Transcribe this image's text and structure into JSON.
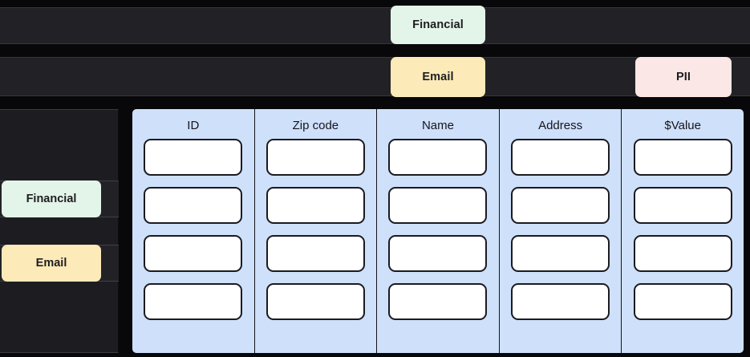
{
  "background": {
    "page_color": "#08080a",
    "bar_color": "#222226",
    "sidebar_color": "#1d1d21"
  },
  "palette": {
    "financial_tag": "#e3f4e8",
    "email_tag": "#fdeab9",
    "pii_tag": "#fbe7e6",
    "table_panel": "#cfe0fb",
    "cell_fill": "#ffffff",
    "cell_border": "#1b1b20"
  },
  "top_bars": {
    "row_1": {
      "tags": [
        {
          "label": "Financial",
          "color": "#e3f4e8"
        }
      ]
    },
    "row_2": {
      "tags": [
        {
          "label": "Email",
          "color": "#fdeab9"
        },
        {
          "label": "PII",
          "color": "#fbe7e6"
        }
      ]
    }
  },
  "sidebar": {
    "items": [
      {
        "label": "Financial",
        "color": "#e3f4e8"
      },
      {
        "label": "Email",
        "color": "#fdeab9"
      }
    ]
  },
  "table": {
    "columns": [
      {
        "header": "ID",
        "cells": [
          "",
          "",
          "",
          ""
        ]
      },
      {
        "header": "Zip code",
        "cells": [
          "",
          "",
          "",
          ""
        ]
      },
      {
        "header": "Name",
        "cells": [
          "",
          "",
          "",
          ""
        ]
      },
      {
        "header": "Address",
        "cells": [
          "",
          "",
          "",
          ""
        ]
      },
      {
        "header": "$Value",
        "cells": [
          "",
          "",
          "",
          ""
        ]
      }
    ],
    "row_count": 4,
    "column_count": 5
  }
}
